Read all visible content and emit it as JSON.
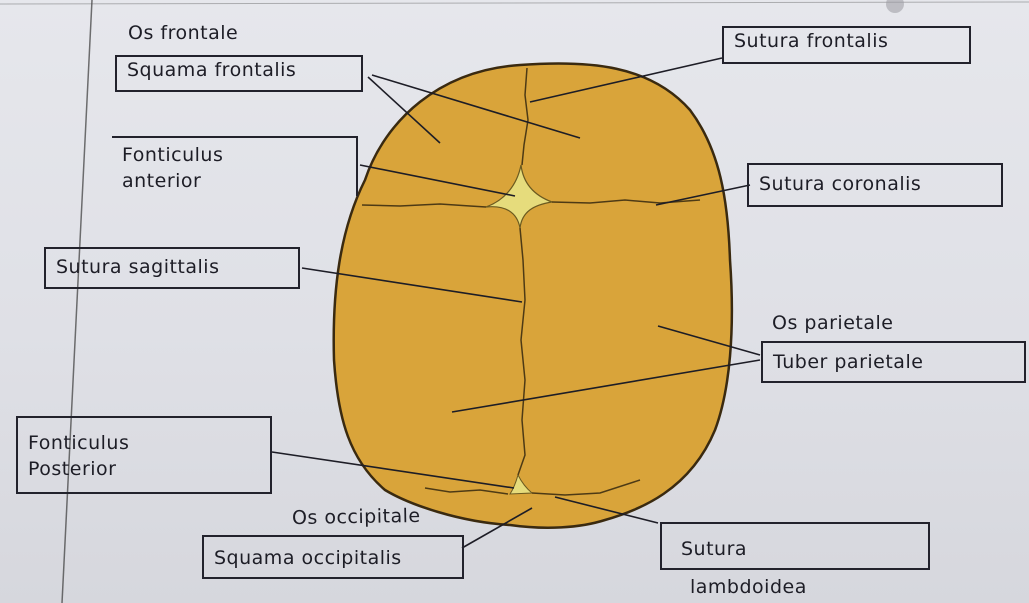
{
  "diagram": {
    "labels": {
      "os_frontale": "Os frontale",
      "squama_frontalis": "Squama frontalis",
      "sutura_frontalis": "Sutura frontalis",
      "fonticulus_anterior_1": "Fonticulus",
      "fonticulus_anterior_2": "anterior",
      "sutura_coronalis": "Sutura coronalis",
      "sutura_sagittalis": "Sutura sagittalis",
      "os_parietale": "Os parietale",
      "tuber_parietale": "Tuber parietale",
      "fonticulus_posterior_1": "Fonticulus",
      "fonticulus_posterior_2": "Posterior",
      "os_occipitale": "Os occipitale",
      "squama_occipitalis": "Squama occipitalis",
      "sutura_lambdoidea_1": "Sutura",
      "sutura_lambdoidea_2": "lambdoidea"
    },
    "colors": {
      "bone": "#d9a43a",
      "fontanelle": "#e6dc7c",
      "ink": "#1d1d26",
      "paper": "#e2e3e8"
    }
  }
}
